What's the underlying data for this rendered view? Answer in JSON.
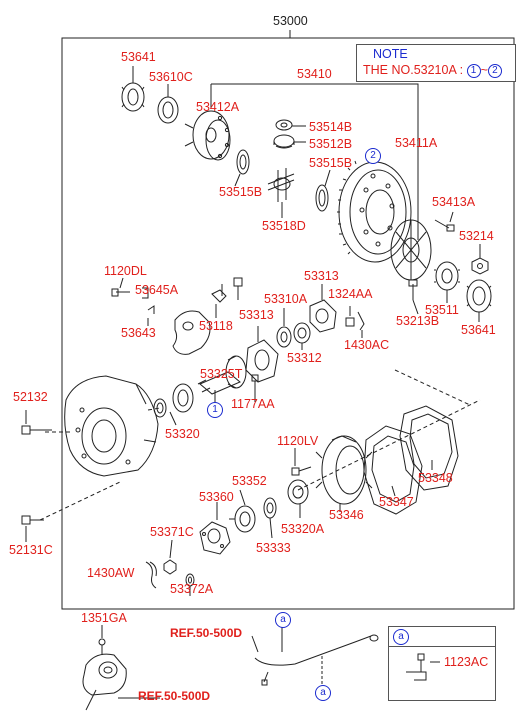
{
  "diagram": {
    "main_assembly": "53000",
    "note": {
      "title": "NOTE",
      "text_prefix": "THE NO.",
      "text_part": "53210A",
      "text_sep": ":",
      "range_start": "1",
      "range_tilde": "~",
      "range_end": "2"
    },
    "labels": {
      "p53641_top": "53641",
      "p53610C": "53610C",
      "p53410": "53410",
      "p53412A": "53412A",
      "p53514B": "53514B",
      "p53512B": "53512B",
      "p53411A": "53411A",
      "p53515B_right": "53515B",
      "p53515B_left": "53515B",
      "p53518D": "53518D",
      "p53413A": "53413A",
      "p53214": "53214",
      "p53511": "53511",
      "p53213B": "53213B",
      "p53641_right": "53641",
      "p1120DL": "1120DL",
      "p53645A": "53645A",
      "p53643": "53643",
      "p53118": "53118",
      "p53313_a": "53313",
      "p53313_b": "53313",
      "p53310A": "53310A",
      "p1324AA": "1324AA",
      "p53312": "53312",
      "p1430AC": "1430AC",
      "p53325T": "53325T",
      "p1177AA": "1177AA",
      "p52132": "52132",
      "p53320": "53320",
      "p1120LV": "1120LV",
      "p53352": "53352",
      "p53360": "53360",
      "p53320A": "53320A",
      "p53348": "53348",
      "p53347": "53347",
      "p53346": "53346",
      "p53333": "53333",
      "p52131C": "52131C",
      "p53371C": "53371C",
      "p1430AW": "1430AW",
      "p53372A": "53372A",
      "p1351GA": "1351GA",
      "p1123AC": "1123AC"
    },
    "refs": {
      "ref_top": "REF.50-500D",
      "ref_bottom": "REF.50-500D"
    },
    "badges": {
      "circle_1": "1",
      "circle_2": "2",
      "a_top": "a",
      "a_bottom": "a",
      "a_inset": "a"
    },
    "colors": {
      "part_number": "#e0201c",
      "note_title": "#1b2bcf",
      "reference_marker": "#1b2bcf",
      "line_art": "#222222"
    }
  }
}
